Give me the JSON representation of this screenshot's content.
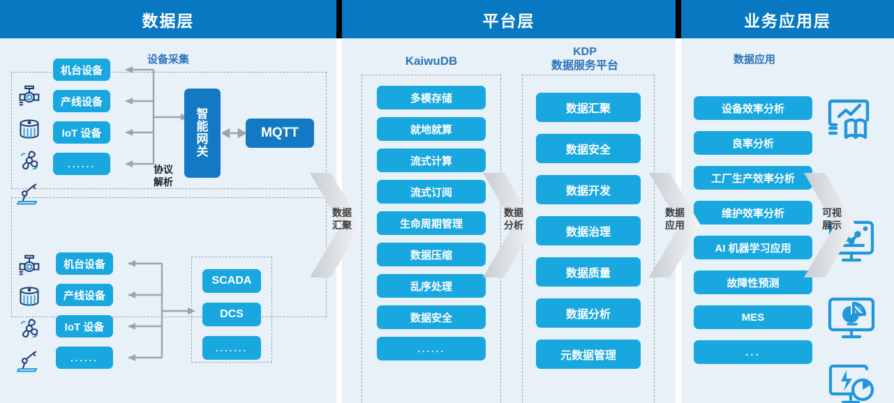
{
  "colors": {
    "header_blue": "#0878c2",
    "panel_bg": "#e8f0f8",
    "pill_blue": "#19a7e0",
    "pill_dark_blue": "#1379c4",
    "title_blue": "#2a74b8",
    "connector_gray": "#9aa3ad",
    "icon_navy": "#1b3b6f",
    "icon_blue": "#2196d9"
  },
  "columns": [
    {
      "id": "data-layer",
      "header": "数据层"
    },
    {
      "id": "platform-layer",
      "header": "平台层"
    },
    {
      "id": "business-layer",
      "header": "业务应用层"
    }
  ],
  "data_layer": {
    "section_title": "设备采集",
    "upper": {
      "devices": [
        {
          "label": "机台设备",
          "icon": "valve-icon"
        },
        {
          "label": "产线设备",
          "icon": "tank-icon"
        },
        {
          "label": "IoT 设备",
          "icon": "fan-icon"
        },
        {
          "label": "......",
          "icon": "robot-arm-icon"
        }
      ],
      "connector_label": "协议\n解析",
      "connector_label_line1": "协议",
      "connector_label_line2": "解析",
      "gateway": "智能网关",
      "gateway_chars": [
        "智",
        "能",
        "网",
        "关"
      ],
      "broker": "MQTT"
    },
    "lower": {
      "devices": [
        {
          "label": "机台设备",
          "icon": "valve-icon"
        },
        {
          "label": "产线设备",
          "icon": "tank-icon"
        },
        {
          "label": "IoT 设备",
          "icon": "fan-icon"
        },
        {
          "label": "......",
          "icon": "robot-arm-icon"
        }
      ],
      "systems": [
        "SCADA",
        "DCS",
        "......."
      ]
    }
  },
  "platform_layer": {
    "kaiwudb": {
      "title": "KaiwuDB",
      "items": [
        "多模存储",
        "就地就算",
        "流式计算",
        "流式订阅",
        "生命周期管理",
        "数据压缩",
        "乱序处理",
        "数据安全",
        "......"
      ]
    },
    "kdp": {
      "title_line1": "KDP",
      "title_line2": "数据服务平台",
      "items": [
        "数据汇聚",
        "数据安全",
        "数据开发",
        "数据治理",
        "数据质量",
        "数据分析",
        "元数据管理"
      ]
    }
  },
  "business_layer": {
    "section_title": "数据应用",
    "items": [
      "设备效率分析",
      "良率分析",
      "工厂生产效率分析",
      "维护效率分析",
      "AI 机器学习应用",
      "故障性预测",
      "MES",
      "..."
    ],
    "viz_icons": [
      "presentation-chart-book-icon",
      "monitor-line-chart-icon",
      "monitor-pie-chart-icon",
      "monitor-energy-pie-icon"
    ]
  },
  "flows": [
    {
      "id": "flow-1",
      "line1": "数据",
      "line2": "汇聚"
    },
    {
      "id": "flow-2",
      "line1": "数据",
      "line2": "分析"
    },
    {
      "id": "flow-3",
      "line1": "数据",
      "line2": "应用"
    },
    {
      "id": "flow-4",
      "line1": "可视",
      "line2": "展示"
    }
  ]
}
